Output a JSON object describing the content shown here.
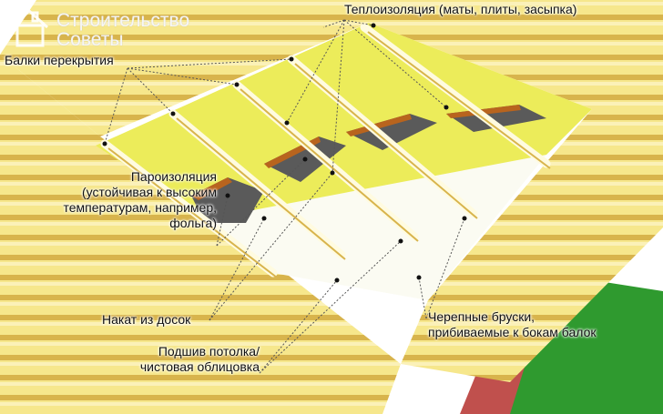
{
  "logo": {
    "line1": "Строительство",
    "line2": "Советы"
  },
  "labels": {
    "insulation": "Теплоизоляция (маты, плиты, засыпка)",
    "beams": "Балки перекрытия",
    "vapor": [
      "Пароизоляция",
      "(устойчивая к высоким",
      "температурам, например,",
      "фольга)"
    ],
    "boards": "Накат из досок",
    "ceiling": [
      "Подшив потолка/",
      "чистовая облицовка"
    ],
    "cranial": [
      "Черепные бруски,",
      "прибиваемые к бокам балок"
    ]
  },
  "colors": {
    "wood": "#f3e27a",
    "woodDark": "#d9b54a",
    "insulation": "#ecec5a",
    "vapor": "#5a5a5a",
    "ground": "#2f9a2f",
    "brick": "#c0504d"
  }
}
